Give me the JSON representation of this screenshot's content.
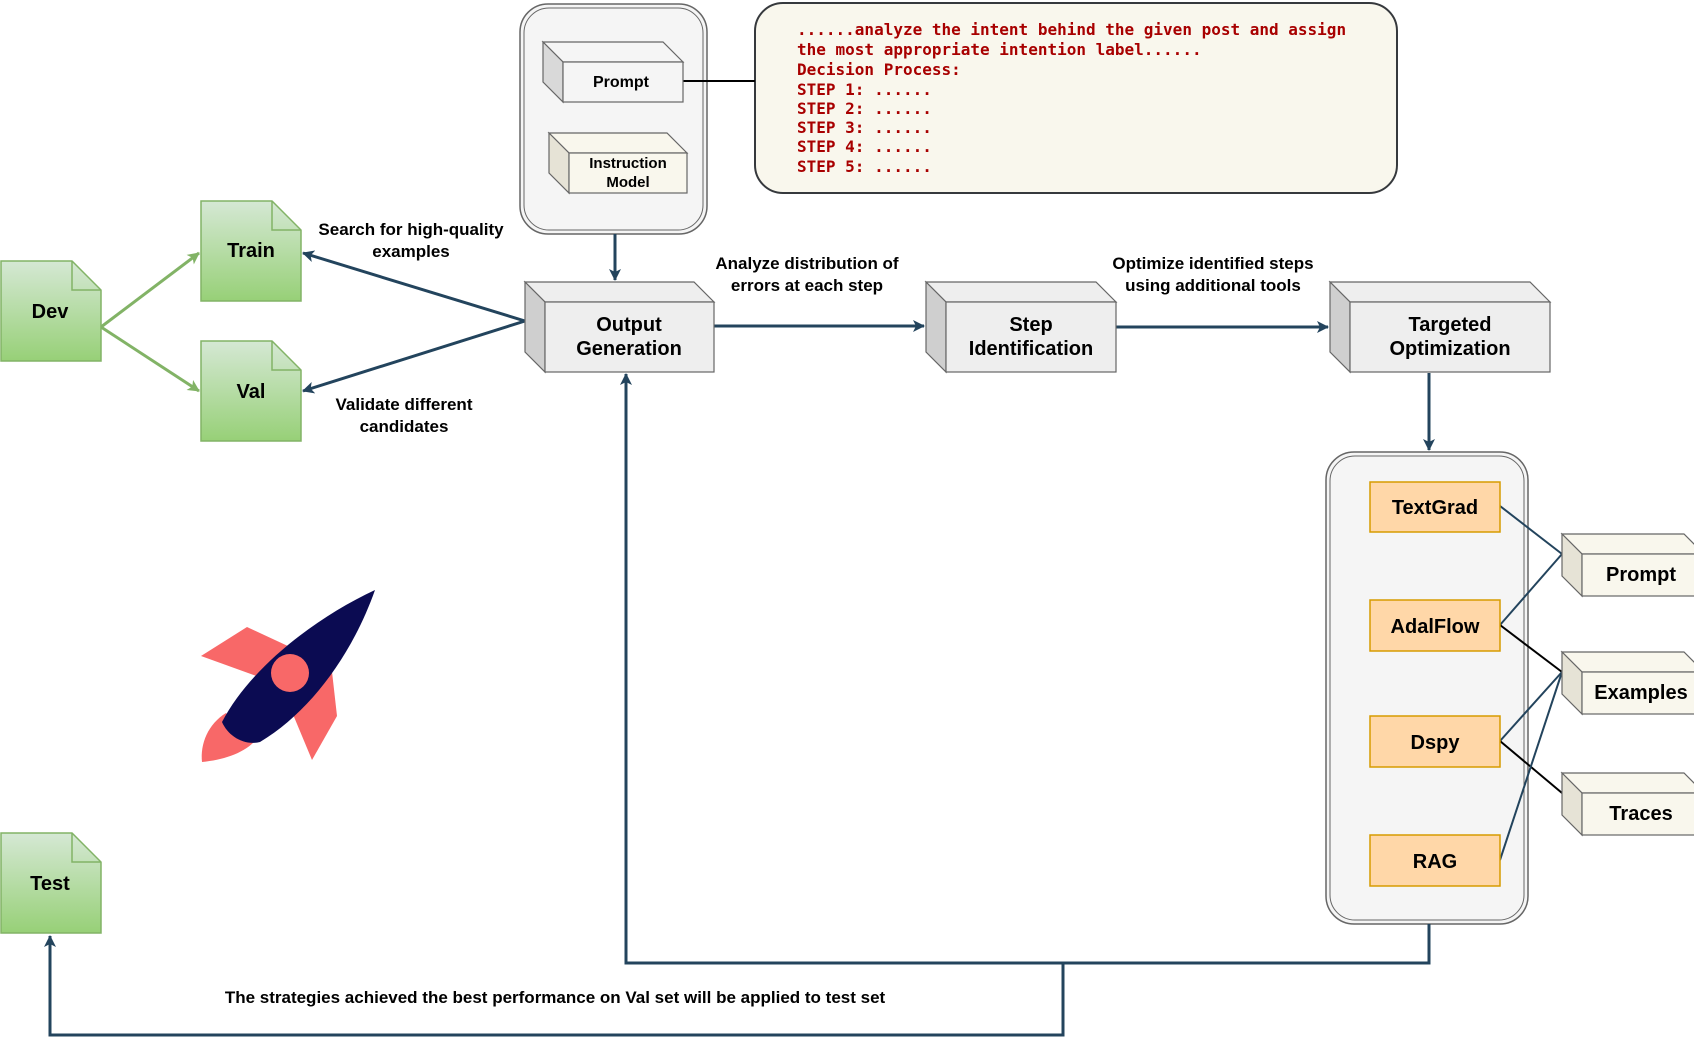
{
  "files": {
    "dev": "Dev",
    "train": "Train",
    "val": "Val",
    "test": "Test"
  },
  "boxes": {
    "prompt_small": "Prompt",
    "instruction_model": [
      "Instruction",
      "Model"
    ],
    "output_generation": [
      "Output",
      "Generation"
    ],
    "step_identification": [
      "Step",
      "Identification"
    ],
    "targeted_optimization": [
      "Targeted",
      "Optimization"
    ]
  },
  "edge_labels": {
    "search": [
      "Search for high-quality",
      "examples"
    ],
    "validate": [
      "Validate different",
      "candidates"
    ],
    "analyze": [
      "Analyze distribution of",
      "errors at each step"
    ],
    "optimize": [
      "Optimize identified steps",
      "using additional tools"
    ],
    "final": "The strategies achieved the best performance on Val set will be applied to test set"
  },
  "prompt_text": [
    "......analyze the intent behind the given post and assign",
    "the most appropriate intention label......",
    "Decision Process:",
    "STEP 1: ......",
    "STEP 2: ......",
    "STEP 3: ......",
    "STEP 4: ......",
    "STEP 5: ......"
  ],
  "tools": [
    "TextGrad",
    "AdalFlow",
    "Dspy",
    "RAG"
  ],
  "targets": [
    "Prompt",
    "Examples",
    "Traces"
  ],
  "colors": {
    "file_fill_top": "#d5e8d4",
    "file_fill_bottom": "#97d077",
    "file_stroke": "#82b366",
    "arrow_dark": "#23445d",
    "arrow_green": "#82b366",
    "tool_fill": "#ffd7a8",
    "tool_stroke": "#d79b00",
    "prompt_bg": "#f9f7ed",
    "group_bg": "#f5f5f5",
    "prompt_text": "#a80000",
    "rocket_body": "#0b0b52",
    "rocket_accent": "#f86868"
  }
}
